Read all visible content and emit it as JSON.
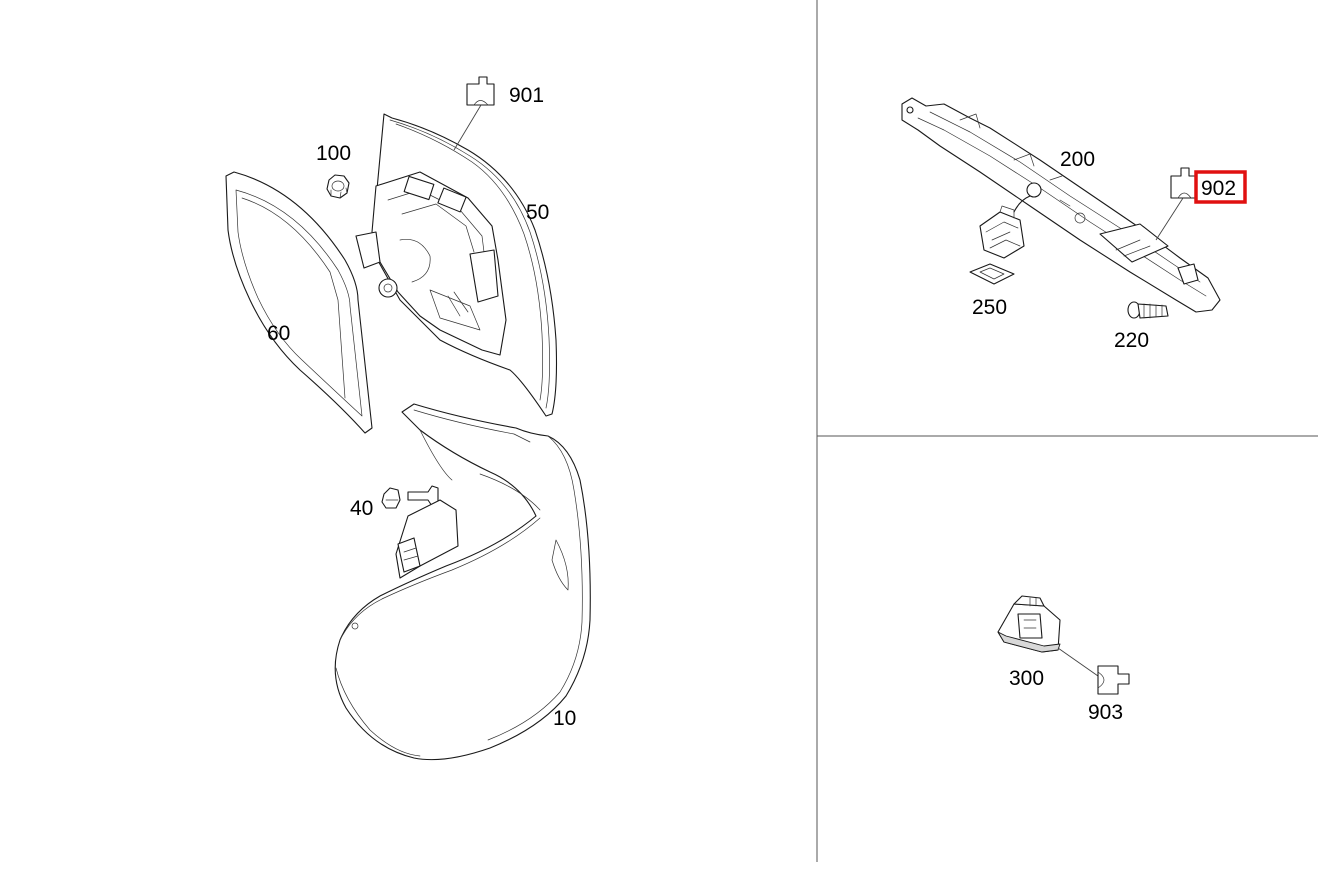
{
  "parts": [
    {
      "id": "10",
      "label": "10"
    },
    {
      "id": "40",
      "label": "40"
    },
    {
      "id": "50",
      "label": "50"
    },
    {
      "id": "60",
      "label": "60"
    },
    {
      "id": "100",
      "label": "100"
    },
    {
      "id": "200",
      "label": "200"
    },
    {
      "id": "220",
      "label": "220"
    },
    {
      "id": "250",
      "label": "250"
    },
    {
      "id": "300",
      "label": "300"
    }
  ],
  "references": [
    {
      "id": "901",
      "label": "901"
    },
    {
      "id": "902",
      "label": "902",
      "highlighted": true
    },
    {
      "id": "903",
      "label": "903"
    }
  ],
  "colors": {
    "highlight": "#e01010",
    "line": "#1a1a1a",
    "background": "#ffffff"
  }
}
